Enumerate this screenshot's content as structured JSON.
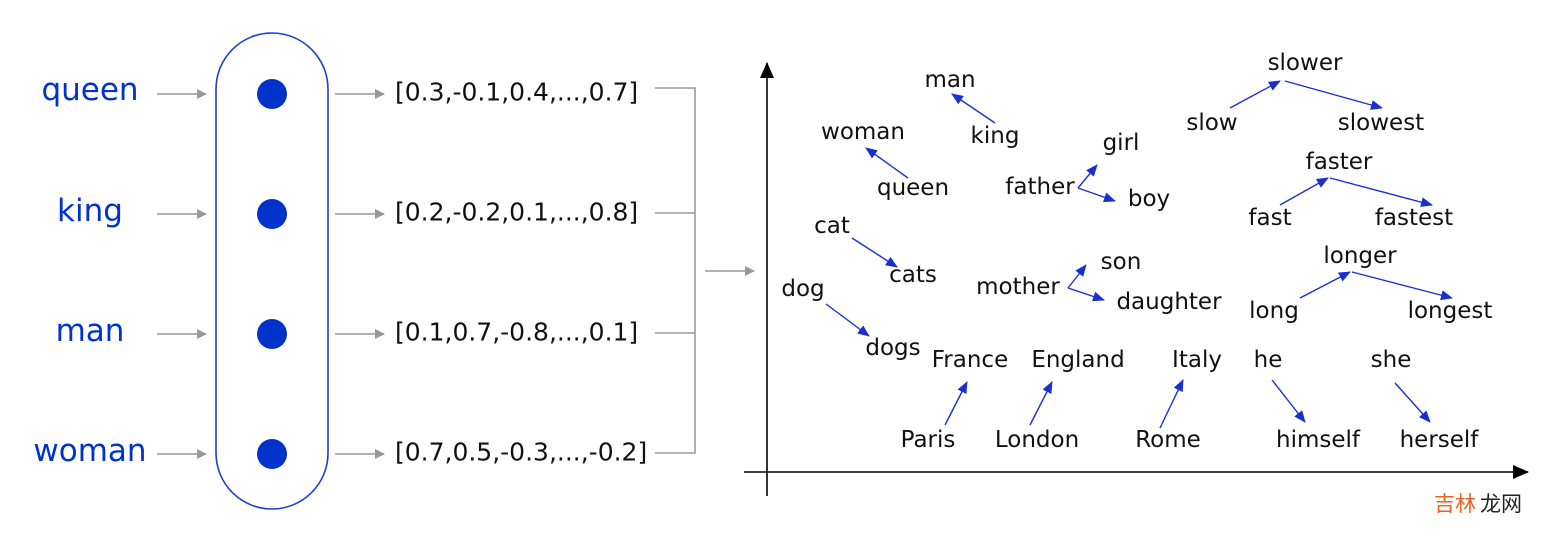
{
  "inputs": {
    "words": [
      "queen",
      "king",
      "man",
      "woman"
    ]
  },
  "vectors": [
    "[0.3,-0.1,0.4,...,0.7]",
    "[0.2,-0.2,0.1,...,0.8]",
    "[0.1,0.7,-0.8,...,0.1]",
    "[0.7,0.5,-0.3,...,-0.2]"
  ],
  "space": {
    "man": "man",
    "king": "king",
    "woman": "woman",
    "queen": "queen",
    "girl": "girl",
    "father": "father",
    "boy": "boy",
    "cat": "cat",
    "cats": "cats",
    "mother": "mother",
    "son": "son",
    "daughter": "daughter",
    "dog": "dog",
    "dogs": "dogs",
    "France": "France",
    "England": "England",
    "Italy": "Italy",
    "he": "he",
    "she": "she",
    "Paris": "Paris",
    "London": "London",
    "Rome": "Rome",
    "himself": "himself",
    "herself": "herself",
    "slower": "slower",
    "slow": "slow",
    "slowest": "slowest",
    "faster": "faster",
    "fast": "fast",
    "fastest": "fastest",
    "longer": "longer",
    "long": "long",
    "longest": "longest"
  },
  "watermark": {
    "part1": "吉林",
    "part2": "龙网"
  },
  "colors": {
    "input_blue": "#0033cc",
    "arrow_blue": "#1a2fd0",
    "gray": "#999999"
  }
}
